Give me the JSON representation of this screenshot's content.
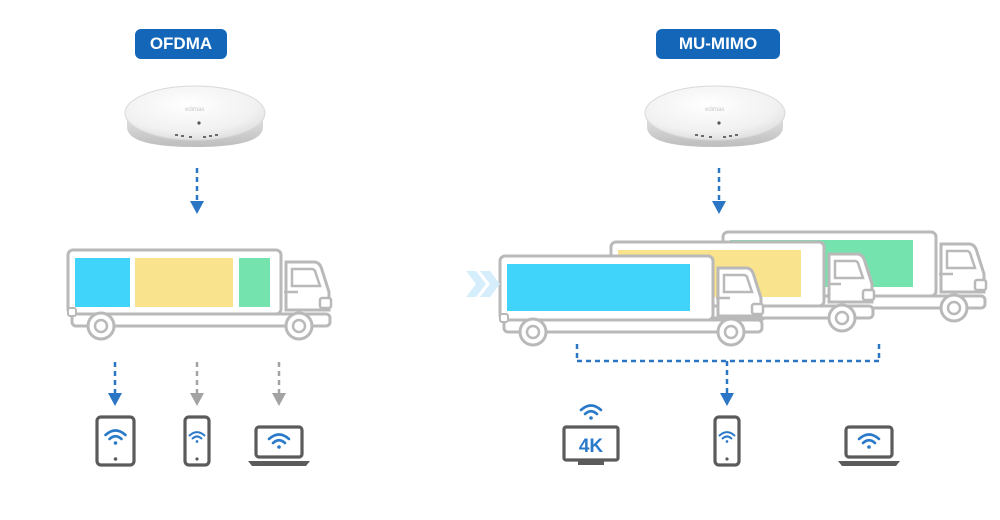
{
  "sections": {
    "ofdma": {
      "label": "OFDMA"
    },
    "mumimo": {
      "label": "MU-MIMO"
    }
  },
  "devices": {
    "tv_badge": "4K"
  },
  "colors": {
    "pill_bg": "#1366b8",
    "arrow_blue": "#2b76c4",
    "arrow_gray": "#a3a3a3",
    "cargo_blue": "#40d4fb",
    "cargo_yellow": "#f9e38c",
    "cargo_green": "#74e3ad",
    "truck_outline": "#b9b9b9",
    "device_gray": "#5b5b5b",
    "wifi_blue": "#2b7ac9"
  }
}
